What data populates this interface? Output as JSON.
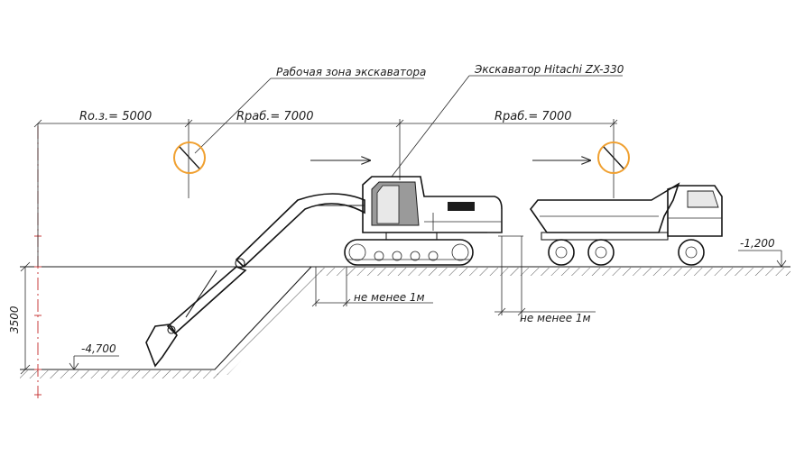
{
  "labels": {
    "work_zone": "Рабочая зона экскаватора",
    "excavator": "Экскаватор Hitachi ZX-330",
    "r_oz": "Rо.з.= 5000",
    "r_rab_left": "Rраб.= 7000",
    "r_rab_right": "Rраб.= 7000",
    "min_dist_1": "не менее 1м",
    "min_dist_2": "не менее 1м",
    "depth": "3500",
    "level_bottom": "-4,700",
    "level_top": "-1,200"
  },
  "colors": {
    "line": "#1c1c1c",
    "sign_ring": "#f0a030",
    "axis_red": "#c83c3c",
    "cabin_fill": "#9a9a9a"
  },
  "icons": {
    "sign": "no-entry-sign-icon",
    "arrow": "direction-arrow-icon"
  }
}
